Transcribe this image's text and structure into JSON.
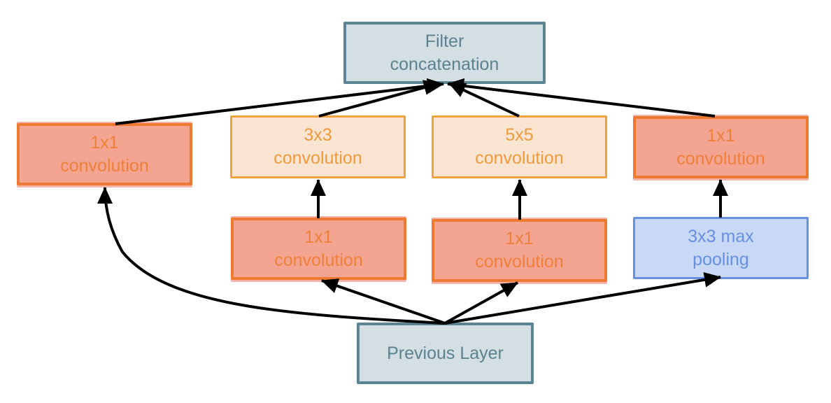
{
  "diagram": {
    "title": "Inception module",
    "colors": {
      "gray_fill": "#d3dfe3",
      "gray_border": "#5b8592",
      "gray_text": "#5a8290",
      "salmon_fill": "#f4a592",
      "salmon_border": "#ee7a31",
      "salmon_text": "#ee7f3a",
      "peach_fill": "#fae5d3",
      "peach_border": "#f2a23e",
      "peach_text": "#f09a3c",
      "blue_fill": "#c9d9f5",
      "blue_border": "#6690e4",
      "blue_text": "#6690e4",
      "edge": "#000000"
    },
    "nodes": {
      "filter_concat": {
        "line1": "Filter",
        "line2": "concatenation",
        "style": "gray"
      },
      "conv1x1_left": {
        "line1": "1x1",
        "line2": "convolution",
        "style": "salmon"
      },
      "conv3x3": {
        "line1": "3x3",
        "line2": "convolution",
        "style": "peach"
      },
      "conv5x5": {
        "line1": "5x5",
        "line2": "convolution",
        "style": "peach"
      },
      "conv1x1_right": {
        "line1": "1x1",
        "line2": "convolution",
        "style": "salmon"
      },
      "reduce_3x3": {
        "line1": "1x1",
        "line2": "convolution",
        "style": "salmon"
      },
      "reduce_5x5": {
        "line1": "1x1",
        "line2": "convolution",
        "style": "salmon"
      },
      "maxpool": {
        "line1": "3x3 max",
        "line2": "pooling",
        "style": "blue"
      },
      "previous_layer": {
        "line1": "Previous Layer",
        "style": "gray"
      }
    },
    "edges": [
      {
        "from": "previous_layer",
        "to": "conv1x1_left"
      },
      {
        "from": "previous_layer",
        "to": "reduce_3x3"
      },
      {
        "from": "previous_layer",
        "to": "reduce_5x5"
      },
      {
        "from": "previous_layer",
        "to": "maxpool"
      },
      {
        "from": "reduce_3x3",
        "to": "conv3x3"
      },
      {
        "from": "reduce_5x5",
        "to": "conv5x5"
      },
      {
        "from": "maxpool",
        "to": "conv1x1_right"
      },
      {
        "from": "conv1x1_left",
        "to": "filter_concat"
      },
      {
        "from": "conv3x3",
        "to": "filter_concat"
      },
      {
        "from": "conv5x5",
        "to": "filter_concat"
      },
      {
        "from": "conv1x1_right",
        "to": "filter_concat"
      }
    ]
  }
}
